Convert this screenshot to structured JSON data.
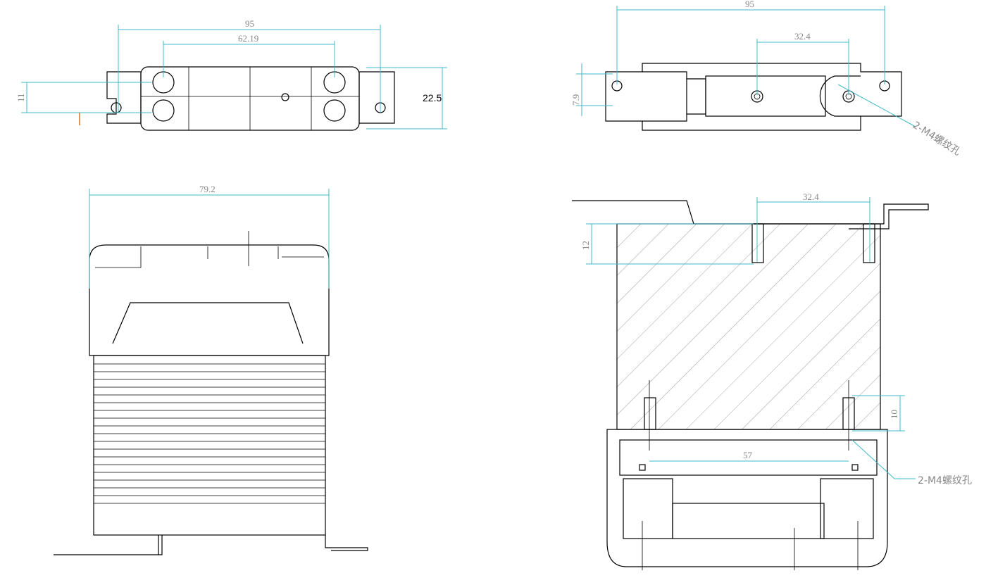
{
  "colors": {
    "dimension": "#3fb8c8",
    "outline": "#000000",
    "text": "#888888"
  },
  "top_left_view": {
    "dim_overall": "95",
    "dim_holes": "62.19",
    "dim_height_left": "11",
    "dim_height_right": "22.5"
  },
  "top_right_view": {
    "dim_overall": "95",
    "dim_holes": "32.4",
    "dim_height": "7.9",
    "note": "2-M4螺纹孔"
  },
  "bottom_left_view": {
    "dim_width": "79.2"
  },
  "bottom_right_view": {
    "dim_holes_top": "32.4",
    "dim_depth_top": "12",
    "dim_depth_bottom": "10",
    "dim_holes_bottom": "57",
    "note": "2-M4螺纹孔"
  }
}
